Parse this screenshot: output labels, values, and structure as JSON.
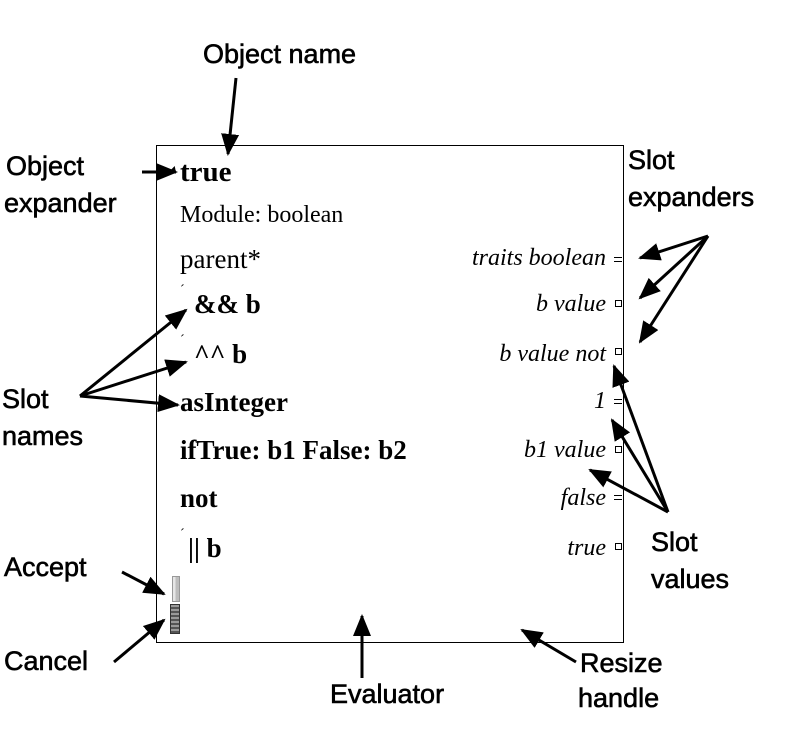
{
  "callouts": {
    "object_name": "Object name",
    "object_expander_1": "Object",
    "object_expander_2": "expander",
    "slot_expanders_1": "Slot",
    "slot_expanders_2": "expanders",
    "slot_names_1": "Slot",
    "slot_names_2": "names",
    "slot_values_1": "Slot",
    "slot_values_2": "values",
    "accept": "Accept",
    "cancel": "Cancel",
    "evaluator": "Evaluator",
    "resize_1": "Resize",
    "resize_2": "handle"
  },
  "outliner": {
    "object_title": "true",
    "module_line": "Module: boolean",
    "slots": [
      {
        "name": "parent*",
        "value": "traits boolean",
        "expander": "equals"
      },
      {
        "name": "&& b",
        "value": "b value",
        "expander": "box"
      },
      {
        "name": "^^ b",
        "value": "b value not",
        "expander": "box"
      },
      {
        "name": "asInteger",
        "value": "1",
        "expander": "equals"
      },
      {
        "name": "ifTrue: b1 False: b2",
        "value": "b1 value",
        "expander": "box"
      },
      {
        "name": "not",
        "value": "false",
        "expander": "equals"
      },
      {
        "name": "|| b",
        "value": "true",
        "expander": "box"
      }
    ]
  }
}
